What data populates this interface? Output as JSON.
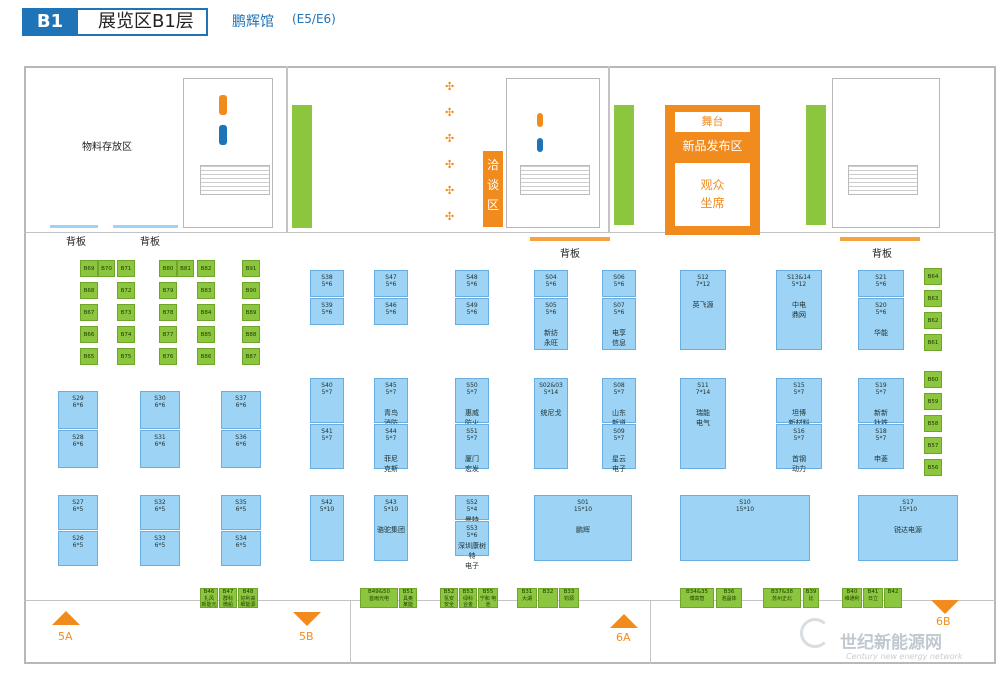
{
  "header": {
    "tag": "B1",
    "title": "展览区B1层",
    "hall": "鹏辉馆",
    "code": "(E5/E6)"
  },
  "areas": {
    "storage": "物料存放区",
    "backboard": "背板",
    "stage": "舞台",
    "launch": "新品发布区",
    "audience": "观众\n坐席",
    "lounge": "洽谈区",
    "gates": [
      "5A",
      "5B",
      "6A",
      "6B"
    ]
  },
  "green_groups": [
    {
      "codes": [
        "B69",
        "B68",
        "B67",
        "B66",
        "B65"
      ]
    },
    {
      "codes": [
        "B70"
      ]
    },
    {
      "codes": [
        "B71",
        "B72",
        "B73",
        "B74",
        "B75"
      ]
    },
    {
      "codes": [
        "B80",
        "B79",
        "B78",
        "B77",
        "B76"
      ]
    },
    {
      "codes": [
        "B81"
      ]
    },
    {
      "codes": [
        "B82",
        "B83",
        "B84",
        "B85",
        "B86"
      ]
    },
    {
      "codes": [
        "B91",
        "B90",
        "B89",
        "B88",
        "B87"
      ]
    },
    {
      "codes": [
        "B64",
        "B63",
        "B62",
        "B61"
      ]
    },
    {
      "codes": [
        "B60",
        "B59",
        "B58",
        "B57",
        "B56"
      ]
    }
  ],
  "booths": [
    {
      "id": "S38",
      "size": "5*6",
      "company": ""
    },
    {
      "id": "S39",
      "size": "5*6",
      "company": ""
    },
    {
      "id": "S47",
      "size": "5*6",
      "company": ""
    },
    {
      "id": "S46",
      "size": "5*6",
      "company": ""
    },
    {
      "id": "S48",
      "size": "5*6",
      "company": ""
    },
    {
      "id": "S49",
      "size": "5*6",
      "company": ""
    },
    {
      "id": "S04",
      "size": "5*6",
      "company": ""
    },
    {
      "id": "S05",
      "size": "5*6",
      "company": "新纺\n永旺"
    },
    {
      "id": "S06",
      "size": "5*6",
      "company": ""
    },
    {
      "id": "S07",
      "size": "5*6",
      "company": "电享\n信息"
    },
    {
      "id": "S12",
      "size": "7*12",
      "company": "英飞源"
    },
    {
      "id": "S13&14",
      "size": "5*12",
      "company": "中电\n鼎网"
    },
    {
      "id": "S21",
      "size": "5*6",
      "company": ""
    },
    {
      "id": "S20",
      "size": "5*6",
      "company": "华能"
    },
    {
      "id": "S29",
      "size": "6*6",
      "company": ""
    },
    {
      "id": "S28",
      "size": "6*6",
      "company": ""
    },
    {
      "id": "S30",
      "size": "6*6",
      "company": ""
    },
    {
      "id": "S31",
      "size": "6*6",
      "company": ""
    },
    {
      "id": "S37",
      "size": "6*6",
      "company": ""
    },
    {
      "id": "S36",
      "size": "6*6",
      "company": ""
    },
    {
      "id": "S40",
      "size": "5*7",
      "company": ""
    },
    {
      "id": "S41",
      "size": "5*7",
      "company": ""
    },
    {
      "id": "S45",
      "size": "5*7",
      "company": "青鸟\n消防"
    },
    {
      "id": "S44",
      "size": "5*7",
      "company": "菲尼\n克斯"
    },
    {
      "id": "S50",
      "size": "5*7",
      "company": "惠威\n防火"
    },
    {
      "id": "S51",
      "size": "5*7",
      "company": "厦门\n宏发"
    },
    {
      "id": "S02&03",
      "size": "5*14",
      "company": "统尼戈"
    },
    {
      "id": "S08",
      "size": "5*7",
      "company": "山东\n新道"
    },
    {
      "id": "S09",
      "size": "5*7",
      "company": "星云\n电子"
    },
    {
      "id": "S11",
      "size": "7*14",
      "company": "瑞能\n电气"
    },
    {
      "id": "S15",
      "size": "5*7",
      "company": "坦博\n新材料"
    },
    {
      "id": "S16",
      "size": "5*7",
      "company": "首钢\n动力"
    },
    {
      "id": "S19",
      "size": "5*7",
      "company": "新新\n钛铁"
    },
    {
      "id": "S18",
      "size": "5*7",
      "company": "申菱"
    },
    {
      "id": "S27",
      "size": "6*5",
      "company": ""
    },
    {
      "id": "S26",
      "size": "6*5",
      "company": ""
    },
    {
      "id": "S32",
      "size": "6*5",
      "company": ""
    },
    {
      "id": "S33",
      "size": "6*5",
      "company": ""
    },
    {
      "id": "S35",
      "size": "6*5",
      "company": ""
    },
    {
      "id": "S34",
      "size": "6*5",
      "company": ""
    },
    {
      "id": "S42",
      "size": "5*10",
      "company": ""
    },
    {
      "id": "S43",
      "size": "5*10",
      "company": "骆驼集团"
    },
    {
      "id": "S52",
      "size": "5*4",
      "company": "曼特"
    },
    {
      "id": "S53",
      "size": "5*6",
      "company": "深圳康树特\n电子"
    },
    {
      "id": "S01",
      "size": "15*10",
      "company": "鹏辉"
    },
    {
      "id": "S10",
      "size": "15*10",
      "company": ""
    },
    {
      "id": "S17",
      "size": "15*10",
      "company": "锐达电源"
    }
  ],
  "bottom_booths": [
    {
      "code": "B46",
      "name": "扎风\n新能元"
    },
    {
      "code": "B47",
      "name": "群科\n微船"
    },
    {
      "code": "B48",
      "name": "好利来\n细能源"
    },
    {
      "code": "B49&50",
      "name": "首雨光电"
    },
    {
      "code": "B51",
      "name": "具奥\n某能"
    },
    {
      "code": "B52",
      "name": "氢安\n安全"
    },
    {
      "code": "B53",
      "name": "绿科\n合金"
    },
    {
      "code": "B55",
      "name": "宁和\n电池"
    },
    {
      "code": "B31",
      "name": "大湖"
    },
    {
      "code": "B32",
      "name": ""
    },
    {
      "code": "B33",
      "name": "钧源"
    },
    {
      "code": "B34&35",
      "name": "博高智"
    },
    {
      "code": "B36",
      "name": "泡晶体"
    },
    {
      "code": "B37&38",
      "name": "苏州正北"
    },
    {
      "code": "B39",
      "name": "比"
    },
    {
      "code": "B40",
      "name": "维通利"
    },
    {
      "code": "B41",
      "name": "日立"
    },
    {
      "code": "B42",
      "name": ""
    }
  ],
  "watermark": {
    "cn": "世纪新能源网",
    "en": "Century new energy network"
  },
  "colors": {
    "blue_booth": "#9dd3f5",
    "green_booth": "#8cc63f",
    "accent": "#f28b1e",
    "header": "#1f73b7"
  }
}
